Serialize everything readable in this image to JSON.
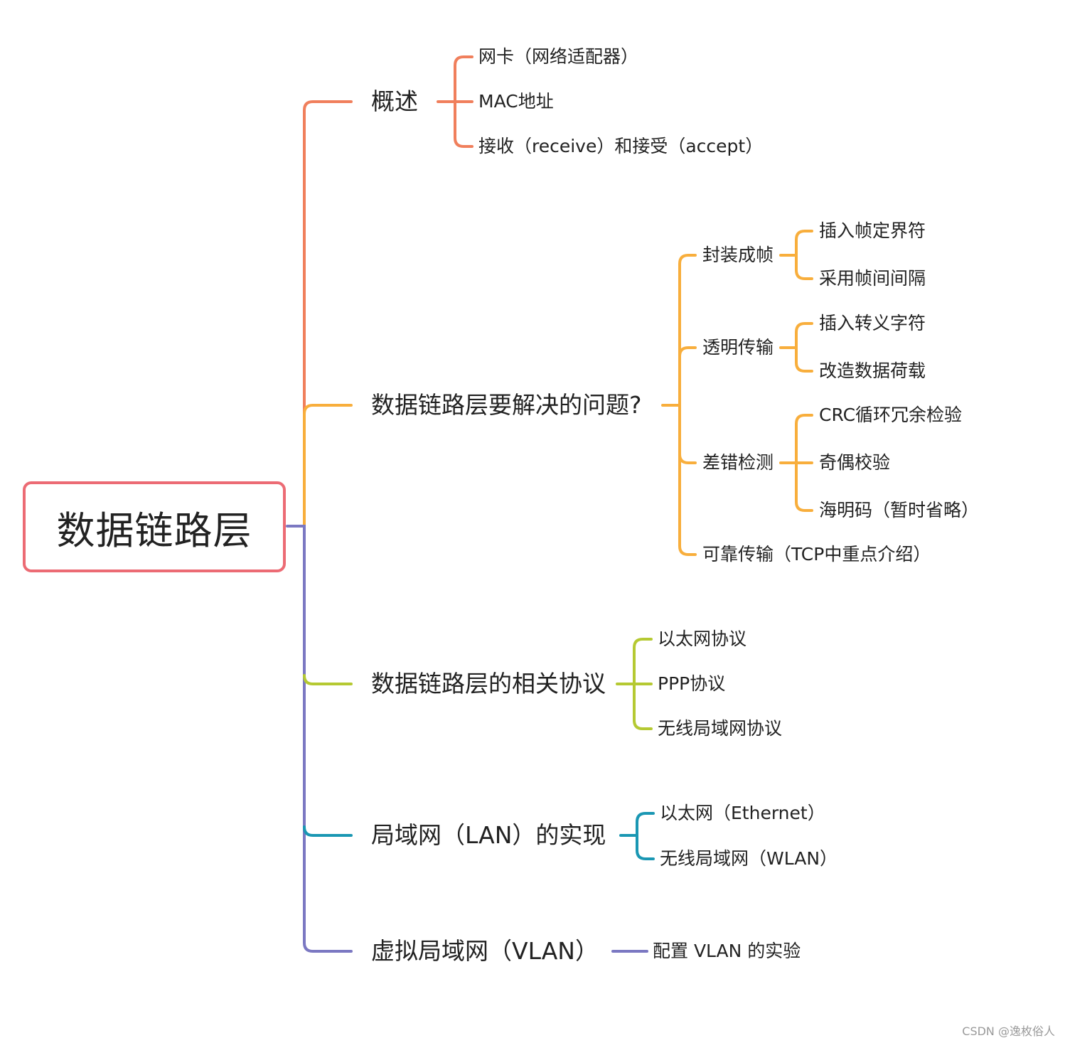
{
  "root": {
    "label": "数据链路层"
  },
  "branches": [
    {
      "label": "概述",
      "color": "#f07f5c",
      "children": [
        {
          "label": "网卡（网络适配器）"
        },
        {
          "label": "MAC地址"
        },
        {
          "label": "接收（receive）和接受（accept）"
        }
      ]
    },
    {
      "label": "数据链路层要解决的问题?",
      "color": "#f8ae3c",
      "children": [
        {
          "label": "封装成帧",
          "children": [
            {
              "label": "插入帧定界符"
            },
            {
              "label": "采用帧间间隔"
            }
          ]
        },
        {
          "label": "透明传输",
          "children": [
            {
              "label": "插入转义字符"
            },
            {
              "label": "改造数据荷载"
            }
          ]
        },
        {
          "label": "差错检测",
          "children": [
            {
              "label": "CRC循环冗余检验"
            },
            {
              "label": "奇偶校验"
            },
            {
              "label": "海明码（暂时省略）"
            }
          ]
        },
        {
          "label": "可靠传输（TCP中重点介绍）"
        }
      ]
    },
    {
      "label": "数据链路层的相关协议",
      "color": "#b5c932",
      "children": [
        {
          "label": "以太网协议"
        },
        {
          "label": "PPP协议"
        },
        {
          "label": "无线局域网协议"
        }
      ]
    },
    {
      "label": "局域网（LAN）的实现",
      "color": "#1a97b3",
      "children": [
        {
          "label": "以太网（Ethernet）"
        },
        {
          "label": "无线局域网（WLAN）"
        }
      ]
    },
    {
      "label": "虚拟局域网（VLAN）",
      "color": "#7b78c2",
      "children": [
        {
          "label": "配置 VLAN 的实验"
        }
      ]
    }
  ],
  "watermark": "CSDN @逸枚俗人"
}
